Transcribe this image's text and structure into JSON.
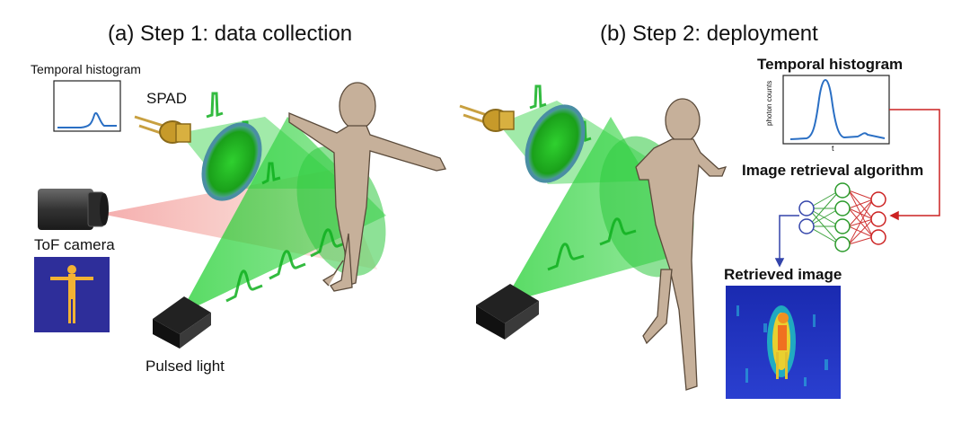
{
  "panel_a": {
    "title": "(a) Step 1: data collection",
    "temporal_histogram_label": "Temporal histogram",
    "spad_label": "SPAD",
    "tof_camera_label": "ToF camera",
    "pulsed_light_label": "Pulsed light"
  },
  "panel_b": {
    "title": "(b) Step 2: deployment",
    "temporal_histogram_label": "Temporal histogram",
    "histogram_ylabel": "photon counts",
    "histogram_xlabel": "t",
    "algorithm_label": "Image retrieval algorithm",
    "retrieved_label": "Retrieved image"
  },
  "colors": {
    "beam_green": "#22cc33",
    "camera_beam_red": "#f4a0a0",
    "histogram_line": "#2a6fc4",
    "nn_input": "#3344aa",
    "nn_hidden": "#2a9a2a",
    "nn_output": "#cc2222",
    "figure_skin": "#c9b39a",
    "tof_background": "#2e2e9a",
    "tof_silhouette": "#f2b233"
  }
}
